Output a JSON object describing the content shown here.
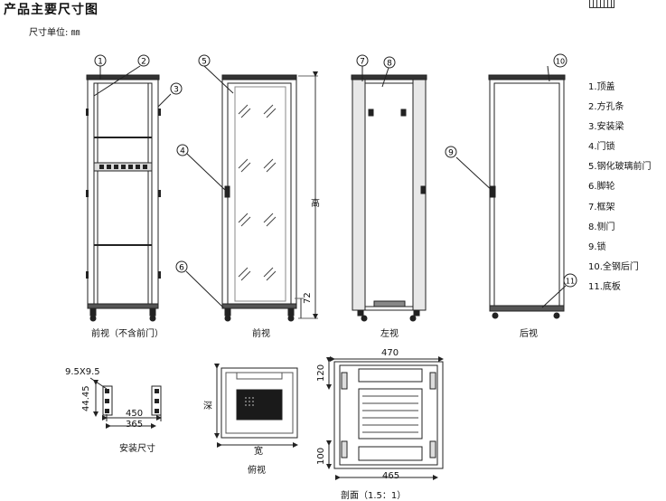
{
  "page": {
    "title": "产品主要尺寸图",
    "unit_label": "尺寸单位: ㎜"
  },
  "callouts": [
    "1",
    "2",
    "3",
    "4",
    "5",
    "6",
    "7",
    "8",
    "9",
    "10",
    "11"
  ],
  "legend": [
    "1.顶盖",
    "2.方孔条",
    "3.安装梁",
    "4.门锁",
    "5.钢化玻璃前门",
    "6.脚轮",
    "7.框架",
    "8.侧门",
    "9.锁",
    "10.全钢后门",
    "11.底板"
  ],
  "views": {
    "front_no_door": "前视（不含前门）",
    "front": "前视",
    "left": "左视",
    "rear": "后视",
    "mount": "安装尺寸",
    "top": "俯视",
    "section": "剖面（1.5：1）"
  },
  "dimensions": {
    "height": "高",
    "foot": "72",
    "hole": "9.5X9.5",
    "pitch": "44.45",
    "mount_outer": "450",
    "mount_inner": "365",
    "depth": "深",
    "width": "宽",
    "sec_top": "470",
    "sec_bottom": "465",
    "sec_upper": "120",
    "sec_lower": "100"
  }
}
